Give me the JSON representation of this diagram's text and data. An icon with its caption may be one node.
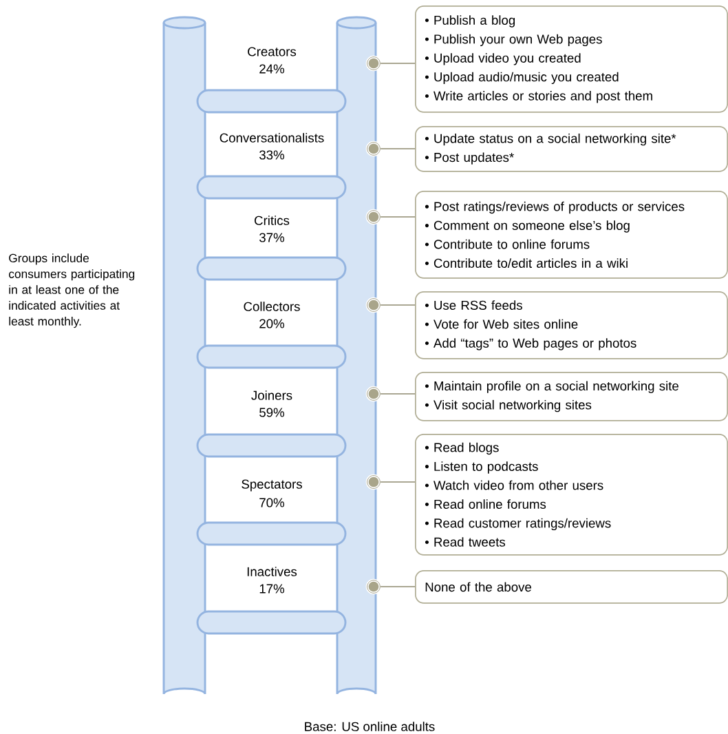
{
  "diagram": {
    "caption": "Base: US online adults",
    "nodes": [
      {
        "text": [
          "• Publish a blog",
          "• Publish your own Web pages",
          "• Upload video you created",
          "• Upload audio/music you created",
          "• Write articles or stories and post them"
        ]
      },
      {
        "text": [
          "• Update status on a social networking site*",
          "• Post updates*"
        ]
      },
      {
        "text": [
          "• Post ratings/reviews of products or services",
          "• Comment on someone else’s blog",
          "• Contribute to online forums",
          "• Contribute to/edit articles in a wiki"
        ]
      },
      {
        "text": [
          "• Use RSS feeds",
          "• Vote for Web sites online",
          "• Add “tags” to Web pages or photos"
        ]
      },
      {
        "text": [
          "• Maintain profile on a social networking site",
          "• Visit social networking sites"
        ]
      },
      {
        "text": [
          "• Read blogs",
          "• Listen to podcasts",
          "• Watch video from other users",
          "• Read online forums",
          "• Read customer ratings/reviews",
          "• Read tweets"
        ]
      },
      {
        "text": [
          "None of the above"
        ]
      },
      {
        "text": [],
        "shape": "circle"
      },
      {
        "text": [],
        "shape": "circle"
      },
      {
        "text": [],
        "shape": "circle"
      },
      {
        "text": [],
        "shape": "circle"
      },
      {
        "text": [],
        "shape": "circle"
      },
      {
        "text": [],
        "shape": "circle"
      },
      {
        "text": [],
        "shape": "circle"
      }
    ],
    "edges": [
      {
        "from": 7,
        "to": 0,
        "arrow": "none"
      },
      {
        "from": 8,
        "to": 1,
        "arrow": "none"
      },
      {
        "from": 9,
        "to": 2,
        "arrow": "none"
      },
      {
        "from": 10,
        "to": 3,
        "arrow": "none"
      },
      {
        "from": 11,
        "to": 4,
        "arrow": "none"
      },
      {
        "from": 12,
        "to": 5,
        "arrow": "none"
      },
      {
        "from": 13,
        "to": 6,
        "arrow": "none"
      }
    ],
    "labels": [
      "Creators",
      "24%",
      "Conversationalists",
      "33%",
      "Critics",
      "37%",
      "Collectors",
      "20%",
      "Joiners",
      "59%",
      "Spectators",
      "70%",
      "Inactives",
      "17%",
      "Groups include consumers participating in at least one of the indicated activities at least monthly."
    ]
  }
}
